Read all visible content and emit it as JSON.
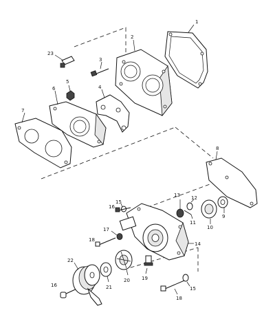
{
  "callouts": [
    {
      "id": "1",
      "label": "1"
    },
    {
      "id": "2",
      "label": "2"
    },
    {
      "id": "3",
      "label": "3"
    },
    {
      "id": "4",
      "label": "4"
    },
    {
      "id": "5",
      "label": "5"
    },
    {
      "id": "6",
      "label": "6"
    },
    {
      "id": "7",
      "label": "7"
    },
    {
      "id": "8",
      "label": "8"
    },
    {
      "id": "9",
      "label": "9"
    },
    {
      "id": "10",
      "label": "10"
    },
    {
      "id": "11",
      "label": "11"
    },
    {
      "id": "12",
      "label": "12"
    },
    {
      "id": "13",
      "label": "13"
    },
    {
      "id": "14",
      "label": "14"
    },
    {
      "id": "15a",
      "label": "15"
    },
    {
      "id": "15b",
      "label": "15"
    },
    {
      "id": "16a",
      "label": "16"
    },
    {
      "id": "16b",
      "label": "16"
    },
    {
      "id": "17",
      "label": "17"
    },
    {
      "id": "18a",
      "label": "18"
    },
    {
      "id": "18b",
      "label": "18"
    },
    {
      "id": "19",
      "label": "19"
    },
    {
      "id": "20",
      "label": "20"
    },
    {
      "id": "21",
      "label": "21"
    },
    {
      "id": "22",
      "label": "22"
    },
    {
      "id": "23",
      "label": "23"
    }
  ]
}
